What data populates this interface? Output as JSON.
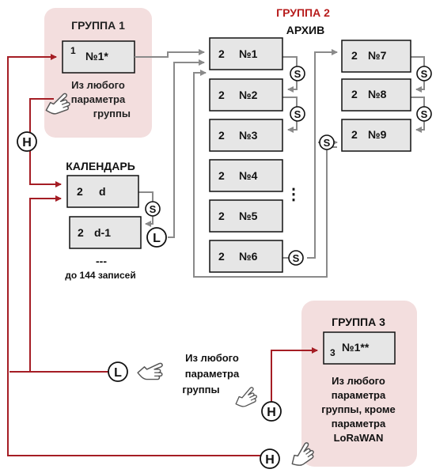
{
  "groups": {
    "group1": {
      "title": "ГРУППА 1",
      "box_num": "1",
      "box_label": "№1*",
      "note": [
        "Из любого",
        "параметра",
        "группы"
      ]
    },
    "group2": {
      "title": "ГРУППА 2",
      "subtitle": "АРХИВ",
      "left_boxes": [
        {
          "num": "2",
          "label": "№1"
        },
        {
          "num": "2",
          "label": "№2"
        },
        {
          "num": "2",
          "label": "№3"
        },
        {
          "num": "2",
          "label": "№4"
        },
        {
          "num": "2",
          "label": "№5"
        },
        {
          "num": "2",
          "label": "№6"
        }
      ],
      "right_boxes": [
        {
          "num": "2",
          "label": "№7"
        },
        {
          "num": "2",
          "label": "№8"
        },
        {
          "num": "2",
          "label": "№9"
        }
      ],
      "ellipsis": "⋮"
    },
    "calendar": {
      "title": "КАЛЕНДАРЬ",
      "boxes": [
        {
          "num": "2",
          "label": "d"
        },
        {
          "num": "2",
          "label": "d-1"
        }
      ],
      "dashes": "---",
      "note": "до 144 записей"
    },
    "group3": {
      "title": "ГРУППА 3",
      "box_num": "3",
      "box_label": "№1**",
      "note": [
        "Из любого",
        "параметра",
        "группы, кроме",
        "параметра",
        "LoRaWAN"
      ]
    },
    "middle_note": [
      "Из любого",
      "параметра",
      "группы"
    ]
  },
  "buttons": {
    "S": "S",
    "L": "L",
    "H": "H"
  },
  "colors": {
    "group_bg": "#f3dede",
    "group_title": "#b71c1c",
    "box_fill": "#e6e6e6",
    "gray_arrow": "#8a8a8a",
    "red_arrow": "#a51d24"
  }
}
